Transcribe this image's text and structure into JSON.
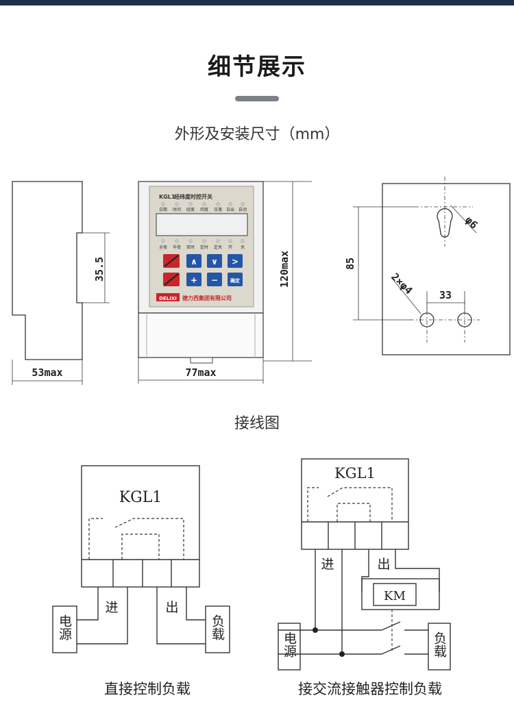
{
  "header": {
    "title": "细节展示",
    "subtitle": "外形及安装尺寸（mm）",
    "bar_color": "#1d2f4a",
    "accent_color": "#7c8088"
  },
  "dimensions": {
    "side_height": "35.5",
    "side_width": "53max",
    "front_width": "77max",
    "front_height": "120max",
    "hole_spacing_v": "85",
    "hole_spacing_h": "33",
    "keyhole_dia": "φ6",
    "mount_holes": "2×φ4"
  },
  "device_panel": {
    "model": "KGL1",
    "name": "经纬度时控开关",
    "top_labels": [
      "日期",
      "时间",
      "经度",
      "纬度",
      "日落",
      "日出",
      "自动"
    ],
    "bottom_labels": [
      "全夜",
      "半夜",
      "双时",
      "定时",
      "定关",
      "开",
      "关"
    ],
    "keys": [
      "∧",
      "∨",
      ">",
      "+",
      "−",
      "确定"
    ],
    "brand": "DELIXI",
    "company": "德力西集团有限公司",
    "key_color": "#2456a8",
    "red_key_color": "#c8262a"
  },
  "wiring": {
    "section_title": "接线图",
    "left": {
      "model": "KGL1",
      "in_label": "进",
      "out_label": "出",
      "power_label": "电源",
      "load_label": "负载",
      "caption": "直接控制负载"
    },
    "right": {
      "model": "KGL1",
      "in_label": "进",
      "out_label": "出",
      "contactor_label": "KM",
      "power_label": "电源",
      "load_label": "负载",
      "caption": "接交流接触器控制负载"
    }
  }
}
